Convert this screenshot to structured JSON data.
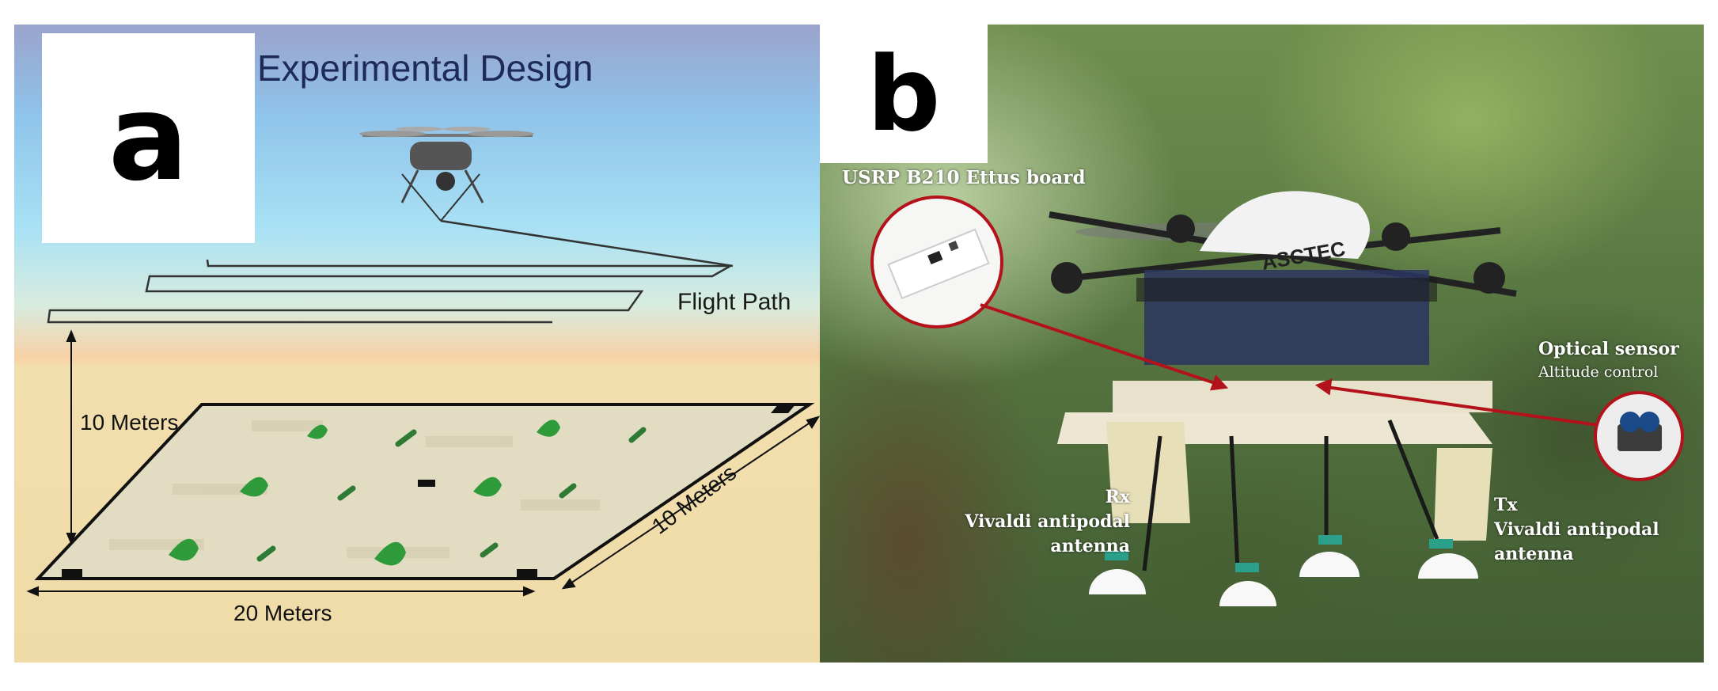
{
  "panel_a": {
    "letter": "a",
    "title": "Experimental Design",
    "flight_path_label": "Flight Path",
    "height_label": "10 Meters",
    "width_label": "20 Meters",
    "depth_label": "10 Meters"
  },
  "panel_b": {
    "letter": "b",
    "usrp_label": "USRP B210 Ettus board",
    "optical_title": "Optical sensor",
    "optical_sub": "Altitude control",
    "rx_lines": [
      "Rx",
      "Vivaldi antipodal",
      "antenna"
    ],
    "tx_lines": [
      "Tx",
      "Vivaldi antipodal",
      "antenna"
    ],
    "drone_brand": "ASCTEC"
  },
  "colors": {
    "title": "#1e2a5a",
    "plot_green": "#2f9a3a",
    "arrow_red": "#b3121b"
  }
}
